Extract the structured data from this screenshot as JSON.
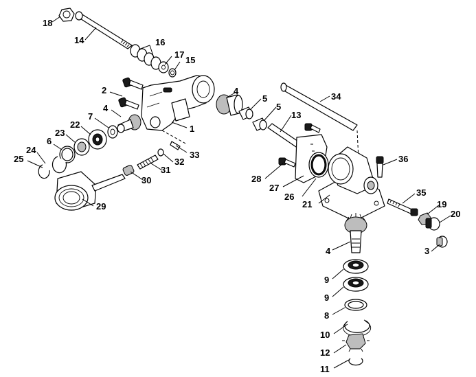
{
  "callouts": {
    "c18": "18",
    "c14": "14",
    "c16": "16",
    "c17": "17",
    "c15": "15",
    "c2": "2",
    "c4a": "4",
    "c7": "7",
    "c22": "22",
    "c23": "23",
    "c6": "6",
    "c24": "24",
    "c25": "25",
    "c1": "1",
    "c33": "33",
    "c32": "32",
    "c31": "31",
    "c30": "30",
    "c29": "29",
    "c4b": "4",
    "c5a": "5",
    "c5b": "5",
    "c13": "13",
    "c34": "34",
    "c36": "36",
    "c28": "28",
    "c27": "27",
    "c26": "26",
    "c21": "21",
    "c35": "35",
    "c19": "19",
    "c20": "20",
    "c3": "3",
    "c4c": "4",
    "c9a": "9",
    "c9b": "9",
    "c8": "8",
    "c10": "10",
    "c12": "12",
    "c11": "11"
  },
  "colors": {
    "ink": "#000000",
    "paper": "#ffffff"
  }
}
